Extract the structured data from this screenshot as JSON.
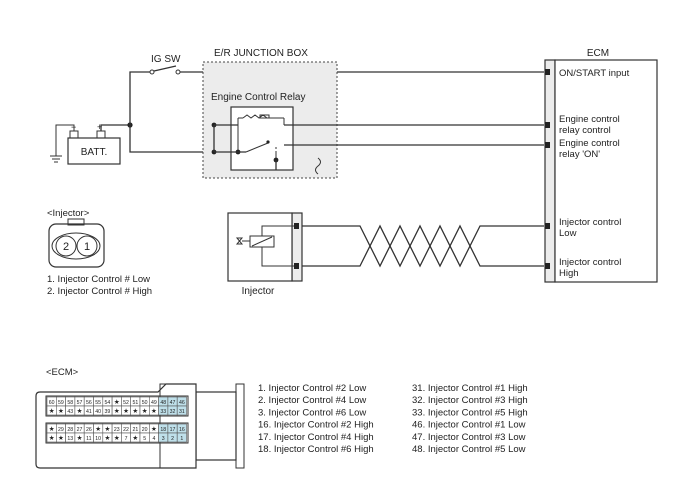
{
  "labels": {
    "ig_sw": "IG SW",
    "junction_box": "E/R JUNCTION BOX",
    "relay": "Engine Control Relay",
    "batt": "BATT.",
    "ecm": "ECM",
    "injector": "Injector",
    "injector_header": "<Injector>",
    "ecm_header": "<ECM>"
  },
  "ecm_pins": {
    "on_start": "ON/START input",
    "relay_control_1": "Engine control",
    "relay_control_2": "relay control",
    "relay_on_1": "Engine control",
    "relay_on_2": "relay 'ON'",
    "inj_low_1": "Injector control",
    "inj_low_2": "Low",
    "inj_high_1": "Injector control",
    "inj_high_2": "High"
  },
  "injector_connector": {
    "pins": [
      "2",
      "1"
    ],
    "legend": [
      "1. Injector Control # Low",
      "2. Injector Control  # High"
    ]
  },
  "ecm_connector": {
    "row1": [
      "60",
      "59",
      "58",
      "57",
      "56",
      "55",
      "54",
      "★",
      "52",
      "51",
      "50",
      "49",
      "48",
      "47",
      "46"
    ],
    "row2": [
      "★",
      "★",
      "43",
      "★",
      "41",
      "40",
      "39",
      "★",
      "★",
      "★",
      "★",
      "★",
      "33",
      "32",
      "31"
    ],
    "row3": [
      "★",
      "29",
      "28",
      "27",
      "26",
      "★",
      "★",
      "23",
      "22",
      "21",
      "20",
      "★",
      "18",
      "17",
      "16"
    ],
    "row4": [
      "★",
      "★",
      "13",
      "★",
      "11",
      "10",
      "★",
      "★",
      "7",
      "★",
      "5",
      "4",
      "3",
      "2",
      "1"
    ],
    "legend_left": [
      "1. Injector Control #2 Low",
      "2. Injector Control #4 Low",
      "3. Injector Control #6 Low",
      "16. Injector Control #2 High",
      "17. Injector Control #4 High",
      "18. Injector Control #6 High"
    ],
    "legend_right": [
      "31. Injector Control #1 High",
      "32. Injector Control #3 High",
      "33. Injector Control #5 High",
      "46. Injector Control #1 Low",
      "47. Injector Control #3 Low",
      "48. Injector Control #5 Low"
    ]
  },
  "colors": {
    "line": "#333333",
    "highlight": "#bfe0ea",
    "box_fill": "#eeeeee"
  }
}
